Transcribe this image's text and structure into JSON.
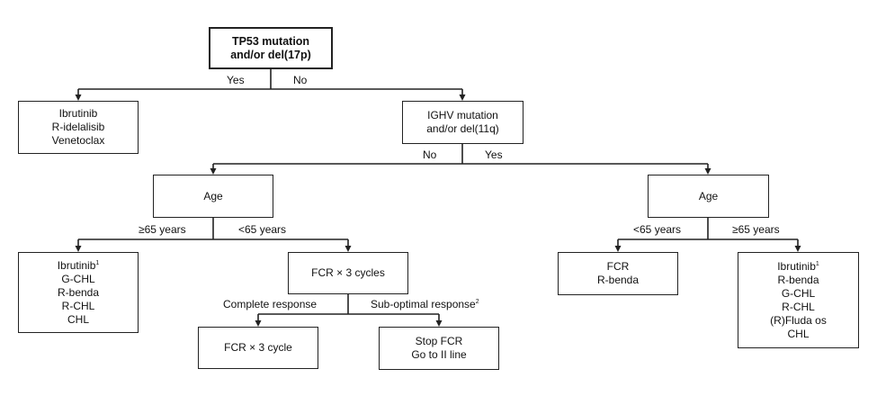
{
  "nodes": {
    "root": [
      "TP53 mutation",
      "and/or del(17p)"
    ],
    "left_treat": [
      "Ibrutinib",
      "R-idelalisib",
      "Venetoclax"
    ],
    "ighv": [
      "IGHV mutation",
      "and/or del(11q)"
    ],
    "age_left": [
      "Age"
    ],
    "age_right": [
      "Age"
    ],
    "old_treat": [
      "Ibrutinib",
      "G-CHL",
      "R-benda",
      "R-CHL",
      "CHL"
    ],
    "fcr3": [
      "FCR × 3 cycles"
    ],
    "fcr_cycle": [
      "FCR × 3 cycle"
    ],
    "stop_fcr": [
      "Stop FCR",
      "Go to II line"
    ],
    "fcr_rbenda": [
      "FCR",
      "R-benda"
    ],
    "right_old_treat": [
      "Ibrutinib",
      "R-benda",
      "G-CHL",
      "R-CHL",
      "(R)Fluda os",
      "CHL"
    ]
  },
  "superscripts": {
    "old_treat_ibrutinib": "1",
    "right_old_ibrutinib": "1",
    "suboptimal": "2"
  },
  "labels": {
    "yes": "Yes",
    "no": "No",
    "no2": "No",
    "yes2": "Yes",
    "ge65_left": "≥65 years",
    "lt65_left": "<65 years",
    "complete": "Complete response",
    "suboptimal": "Sub-optimal response",
    "lt65_right": "<65 years",
    "ge65_right": "≥65 years"
  }
}
